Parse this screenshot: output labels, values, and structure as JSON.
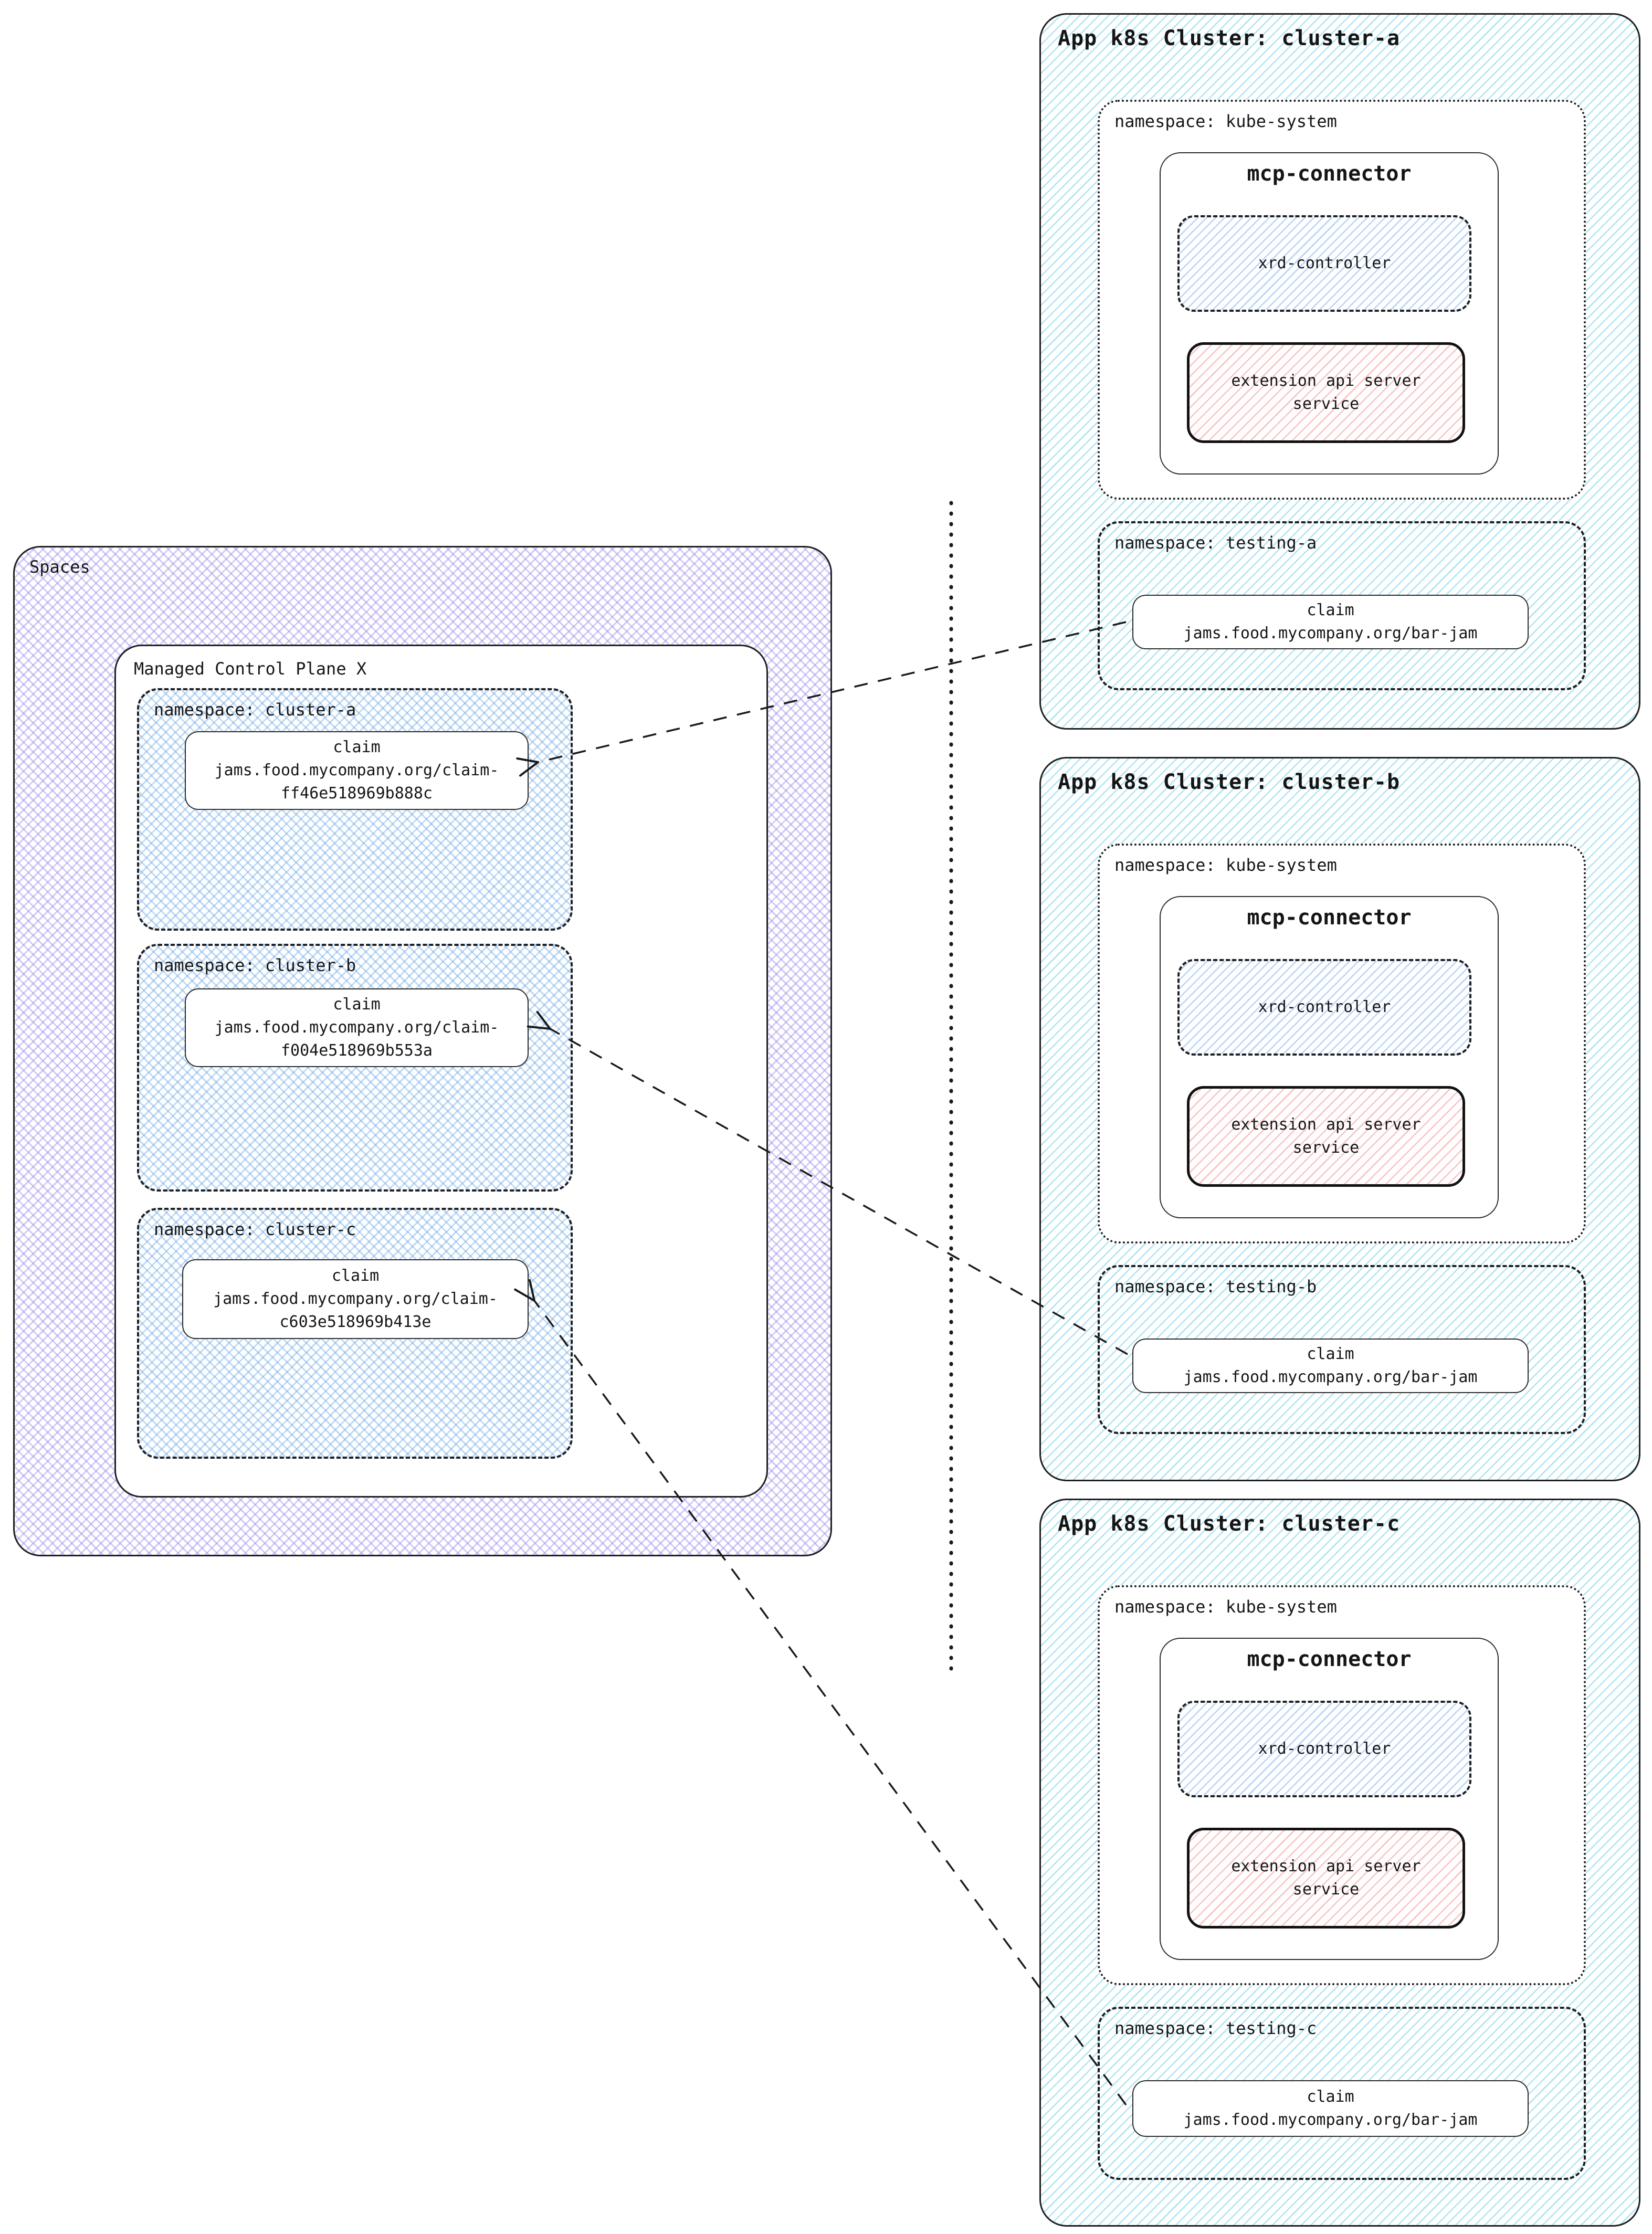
{
  "left_panel": {
    "title": "Spaces",
    "control_plane": {
      "title": "Managed Control Plane X",
      "namespaces": [
        {
          "label": "namespace: cluster-a",
          "claim": {
            "title": "claim",
            "line1": "jams.food.mycompany.org/claim-",
            "line2": "ff46e518969b888c"
          }
        },
        {
          "label": "namespace: cluster-b",
          "claim": {
            "title": "claim",
            "line1": "jams.food.mycompany.org/claim-",
            "line2": "f004e518969b553a"
          }
        },
        {
          "label": "namespace: cluster-c",
          "claim": {
            "title": "claim",
            "line1": "jams.food.mycompany.org/claim-",
            "line2": "c603e518969b413e"
          }
        }
      ]
    }
  },
  "clusters": [
    {
      "title": "App k8s Cluster: cluster-a",
      "kube_system": {
        "label": "namespace: kube-system",
        "connector": {
          "title": "mcp-connector",
          "xrd_label": "xrd-controller",
          "ext_api_line1": "extension api server",
          "ext_api_line2": "service"
        }
      },
      "testing": {
        "label": "namespace: testing-a",
        "claim": {
          "title": "claim",
          "path": "jams.food.mycompany.org/bar-jam"
        }
      }
    },
    {
      "title": "App k8s Cluster: cluster-b",
      "kube_system": {
        "label": "namespace: kube-system",
        "connector": {
          "title": "mcp-connector",
          "xrd_label": "xrd-controller",
          "ext_api_line1": "extension api server",
          "ext_api_line2": "service"
        }
      },
      "testing": {
        "label": "namespace: testing-b",
        "claim": {
          "title": "claim",
          "path": "jams.food.mycompany.org/bar-jam"
        }
      }
    },
    {
      "title": "App k8s Cluster: cluster-c",
      "kube_system": {
        "label": "namespace: kube-system",
        "connector": {
          "title": "mcp-connector",
          "xrd_label": "xrd-controller",
          "ext_api_line1": "extension api server",
          "ext_api_line2": "service"
        }
      },
      "testing": {
        "label": "namespace: testing-c",
        "claim": {
          "title": "claim",
          "path": "jams.food.mycompany.org/bar-jam"
        }
      }
    }
  ],
  "colors": {
    "purple_hatch": "#9781e9",
    "blue_cross_hatch": "#61a1e3",
    "cyan_hatch": "#56c8e9",
    "blue_diag_hatch": "#76a8e5",
    "pink_hatch": "#ee9494",
    "border": "#1f1f1f",
    "text": "#151515",
    "box_fill": "#ffffff"
  }
}
